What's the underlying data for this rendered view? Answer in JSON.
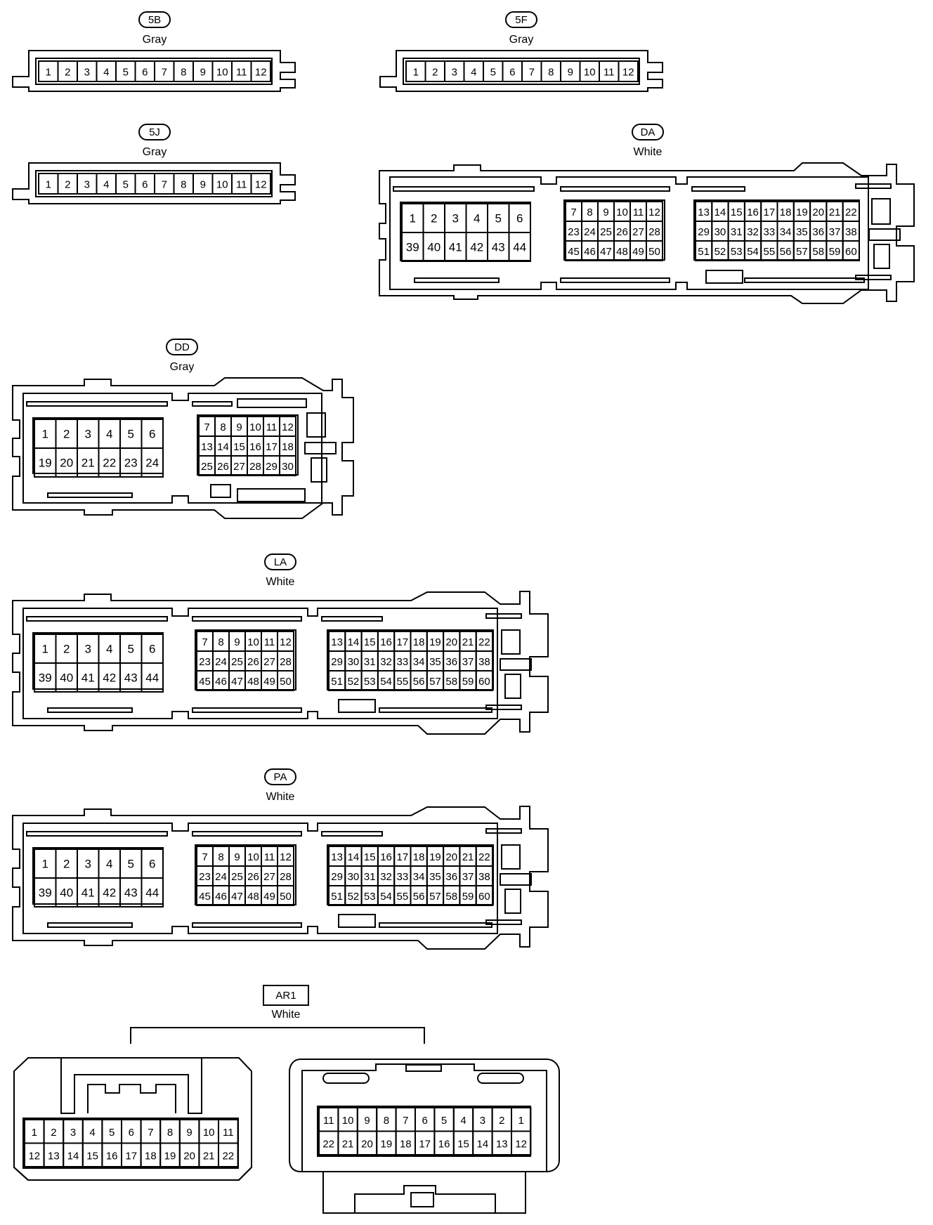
{
  "connectors": [
    {
      "id": "5B",
      "color": "Gray",
      "rows": [
        [
          "1",
          "2",
          "3",
          "4",
          "5",
          "6",
          "7",
          "8",
          "9",
          "10",
          "11",
          "12"
        ]
      ]
    },
    {
      "id": "5F",
      "color": "Gray",
      "rows": [
        [
          "1",
          "2",
          "3",
          "4",
          "5",
          "6",
          "7",
          "8",
          "9",
          "10",
          "11",
          "12"
        ]
      ]
    },
    {
      "id": "5J",
      "color": "Gray",
      "rows": [
        [
          "1",
          "2",
          "3",
          "4",
          "5",
          "6",
          "7",
          "8",
          "9",
          "10",
          "11",
          "12"
        ]
      ]
    },
    {
      "id": "DA",
      "color": "White",
      "blocks": [
        [
          [
            "1",
            "2",
            "3",
            "4",
            "5",
            "6"
          ],
          [
            "39",
            "40",
            "41",
            "42",
            "43",
            "44"
          ]
        ],
        [
          [
            "7",
            "8",
            "9",
            "10",
            "11",
            "12"
          ],
          [
            "23",
            "24",
            "25",
            "26",
            "27",
            "28"
          ],
          [
            "45",
            "46",
            "47",
            "48",
            "49",
            "50"
          ]
        ],
        [
          [
            "13",
            "14",
            "15",
            "16",
            "17",
            "18",
            "19",
            "20",
            "21",
            "22"
          ],
          [
            "29",
            "30",
            "31",
            "32",
            "33",
            "34",
            "35",
            "36",
            "37",
            "38"
          ],
          [
            "51",
            "52",
            "53",
            "54",
            "55",
            "56",
            "57",
            "58",
            "59",
            "60"
          ]
        ]
      ]
    },
    {
      "id": "DD",
      "color": "Gray",
      "blocks": [
        [
          [
            "1",
            "2",
            "3",
            "4",
            "5",
            "6"
          ],
          [
            "19",
            "20",
            "21",
            "22",
            "23",
            "24"
          ]
        ],
        [
          [
            "7",
            "8",
            "9",
            "10",
            "11",
            "12"
          ],
          [
            "13",
            "14",
            "15",
            "16",
            "17",
            "18"
          ],
          [
            "25",
            "26",
            "27",
            "28",
            "29",
            "30"
          ]
        ]
      ]
    },
    {
      "id": "LA",
      "color": "White",
      "blocks": [
        [
          [
            "1",
            "2",
            "3",
            "4",
            "5",
            "6"
          ],
          [
            "39",
            "40",
            "41",
            "42",
            "43",
            "44"
          ]
        ],
        [
          [
            "7",
            "8",
            "9",
            "10",
            "11",
            "12"
          ],
          [
            "23",
            "24",
            "25",
            "26",
            "27",
            "28"
          ],
          [
            "45",
            "46",
            "47",
            "48",
            "49",
            "50"
          ]
        ],
        [
          [
            "13",
            "14",
            "15",
            "16",
            "17",
            "18",
            "19",
            "20",
            "21",
            "22"
          ],
          [
            "29",
            "30",
            "31",
            "32",
            "33",
            "34",
            "35",
            "36",
            "37",
            "38"
          ],
          [
            "51",
            "52",
            "53",
            "54",
            "55",
            "56",
            "57",
            "58",
            "59",
            "60"
          ]
        ]
      ]
    },
    {
      "id": "PA",
      "color": "White",
      "blocks": [
        [
          [
            "1",
            "2",
            "3",
            "4",
            "5",
            "6"
          ],
          [
            "39",
            "40",
            "41",
            "42",
            "43",
            "44"
          ]
        ],
        [
          [
            "7",
            "8",
            "9",
            "10",
            "11",
            "12"
          ],
          [
            "23",
            "24",
            "25",
            "26",
            "27",
            "28"
          ],
          [
            "45",
            "46",
            "47",
            "48",
            "49",
            "50"
          ]
        ],
        [
          [
            "13",
            "14",
            "15",
            "16",
            "17",
            "18",
            "19",
            "20",
            "21",
            "22"
          ],
          [
            "29",
            "30",
            "31",
            "32",
            "33",
            "34",
            "35",
            "36",
            "37",
            "38"
          ],
          [
            "51",
            "52",
            "53",
            "54",
            "55",
            "56",
            "57",
            "58",
            "59",
            "60"
          ]
        ]
      ]
    },
    {
      "id": "AR1",
      "color": "White",
      "left": [
        [
          "1",
          "2",
          "3",
          "4",
          "5",
          "6",
          "7",
          "8",
          "9",
          "10",
          "11"
        ],
        [
          "12",
          "13",
          "14",
          "15",
          "16",
          "17",
          "18",
          "19",
          "20",
          "21",
          "22"
        ]
      ],
      "right": [
        [
          "11",
          "10",
          "9",
          "8",
          "7",
          "6",
          "5",
          "4",
          "3",
          "2",
          "1"
        ],
        [
          "22",
          "21",
          "20",
          "19",
          "18",
          "17",
          "16",
          "15",
          "14",
          "13",
          "12"
        ]
      ]
    }
  ]
}
